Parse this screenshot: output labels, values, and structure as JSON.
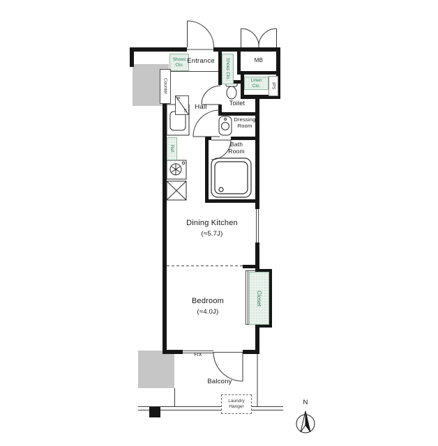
{
  "colors": {
    "wall": "#161616",
    "pillar_gray": "#c6c6c6",
    "accent_green": "#2f7d5c",
    "accent_green_fill": "#e9f2ec"
  },
  "rooms": {
    "entrance": "Entrance",
    "hall": "Hall",
    "toilet": "Toilet",
    "dressing_room": "Dressing\nRoom",
    "bath_room": "Bath\nRoom",
    "dining_kitchen": "Dining Kitchen",
    "dining_kitchen_size": "(≈5.7J)",
    "bedroom": "Bedroom",
    "bedroom_size": "(≈4.0J)",
    "balcony": "Balcony",
    "closet": "Closet"
  },
  "storage": {
    "shoes_closet_left": "Shoes\nClo.",
    "shoes_closet_right": "Shoes Clo.",
    "linen_closet": "Linen\nClo.",
    "counter": "Counter",
    "refrigerator": "Ref."
  },
  "service": {
    "meter_box": "MB",
    "pipe_space_p": "P",
    "pipe_space_s": "S",
    "inner_pipe_space": "IPS",
    "fix_window": "FIX",
    "laundry_hanger": "Laundry\nHanger",
    "compass_north": "N"
  }
}
